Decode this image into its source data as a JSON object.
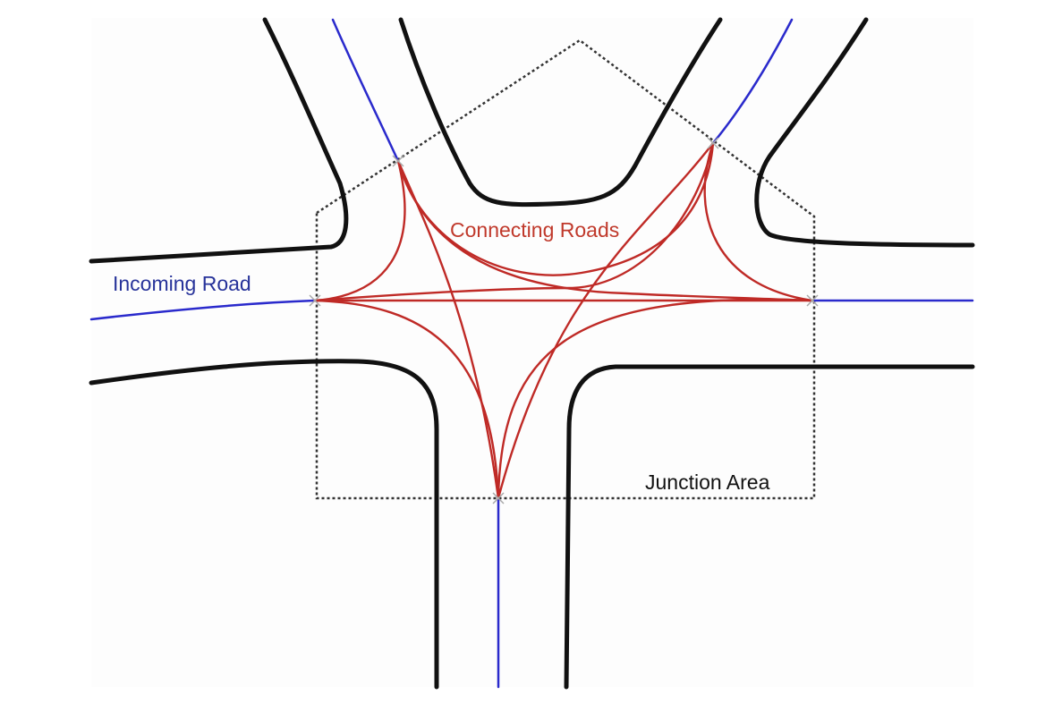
{
  "labels": {
    "incoming_road": "Incoming Road",
    "connecting_roads": "Connecting Roads",
    "junction_area": "Junction Area"
  },
  "colors": {
    "background": "#ffffff",
    "road_edge": "#111111",
    "lane_center": "#2a2acc",
    "connecting_road": "#bf2a26",
    "junction_boundary": "#333333",
    "endpoint_marker": "#a9a9a9",
    "incoming_label": "#27339a",
    "connecting_label": "#c0392b",
    "junction_label": "#111111"
  },
  "icons": {
    "endpoint_marker": "cross-marker"
  }
}
